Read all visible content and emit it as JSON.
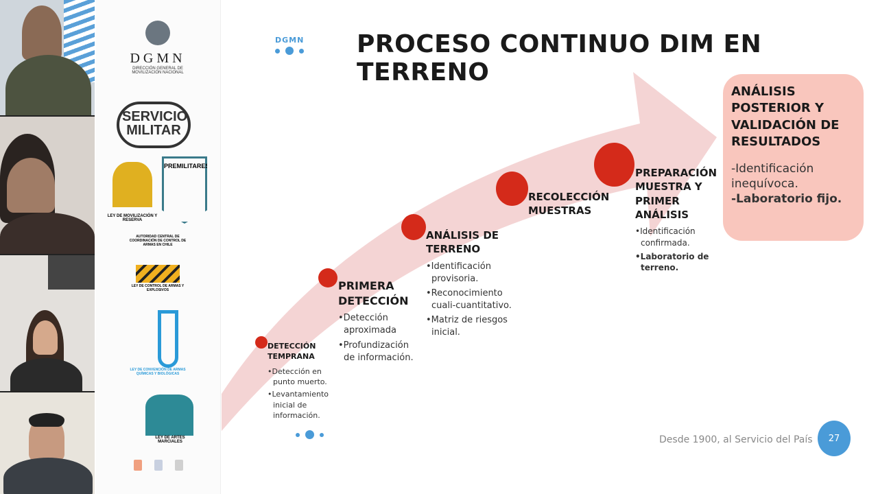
{
  "logos": {
    "dgmn": "DGMN",
    "dgmn_sub": "DIRECCIÓN GENERAL DE MOVILIZACIÓN NACIONAL",
    "servicio_militar": "SERVICIO MILITAR",
    "premilitares": "PREMILITARES",
    "movilizacion": "LEY DE MOVILIZACIÓN Y RESERVA",
    "autoridad": "AUTORIDAD CENTRAL DE COORDINACIÓN DE CONTROL DE ARMAS EN CHILE",
    "armas": "LEY DE CONTROL DE ARMAS Y EXPLOSIVOS",
    "quimicas": "LEY DE CONVENCIÓN DE ARMAS QUÍMICAS Y BIOLÓGICAS",
    "artes": "LEY DE ARTES MARCIALES"
  },
  "slide": {
    "brand": "DGMN",
    "title": "PROCESO CONTINUO DIM EN TERRENO",
    "steps": [
      {
        "title": "DETECCIÓN TEMPRANA",
        "items": [
          "•Detección en punto muerto.",
          "•Levantamiento inicial de información."
        ]
      },
      {
        "title": "PRIMERA DETECCIÓN",
        "items": [
          "•Detección aproximada",
          "•Profundización de información."
        ]
      },
      {
        "title": "ANÁLISIS DE TERRENO",
        "items": [
          "•Identificación provisoria.",
          "•Reconocimiento cuali-cuantitativo.",
          "•Matriz de riesgos inicial."
        ]
      },
      {
        "title": "RECOLECCIÓN MUESTRAS",
        "items": []
      },
      {
        "title": "PREPARACIÓN MUESTRA Y PRIMER ANÁLISIS",
        "items": [
          "•Identificación confirmada.",
          "•Laboratorio de terreno."
        ]
      }
    ],
    "final": {
      "title": "ANÁLISIS POSTERIOR Y VALIDACIÓN DE RESULTADOS",
      "item1": "-Identificación inequívoca.",
      "item2": "-Laboratorio fijo."
    },
    "footer": "Desde 1900, al Servicio del País",
    "page_number": "27"
  },
  "colors": {
    "accent": "#4a9bd8",
    "dot": "#d42a1a",
    "arrow": "#f2cccc",
    "box": "#f9c6bd"
  }
}
